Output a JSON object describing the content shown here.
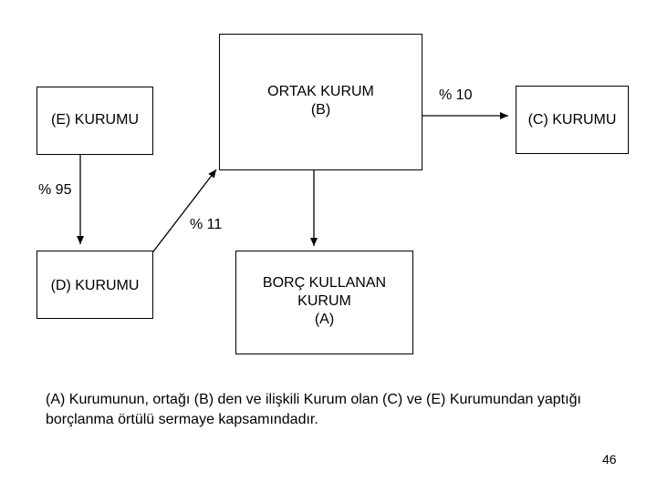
{
  "boxes": {
    "b": {
      "line1": "ORTAK KURUM",
      "line2": "(B)"
    },
    "e": {
      "text": "(E) KURUMU"
    },
    "c": {
      "text": "(C) KURUMU"
    },
    "d": {
      "text": "(D) KURUMU"
    },
    "a": {
      "line1": "BORÇ KULLANAN",
      "line2": "KURUM",
      "line3": "(A)"
    }
  },
  "labels": {
    "b_to_c": "% 10",
    "e_to_d": "% 95",
    "d_to_b": "% 11"
  },
  "note": "(A) Kurumunun, ortağı (B) den ve ilişkili Kurum olan (C) ve (E) Kurumundan yaptığı borçlanma örtülü sermaye kapsamındadır.",
  "page_number": "46",
  "colors": {
    "line": "#000000",
    "background": "#ffffff"
  }
}
